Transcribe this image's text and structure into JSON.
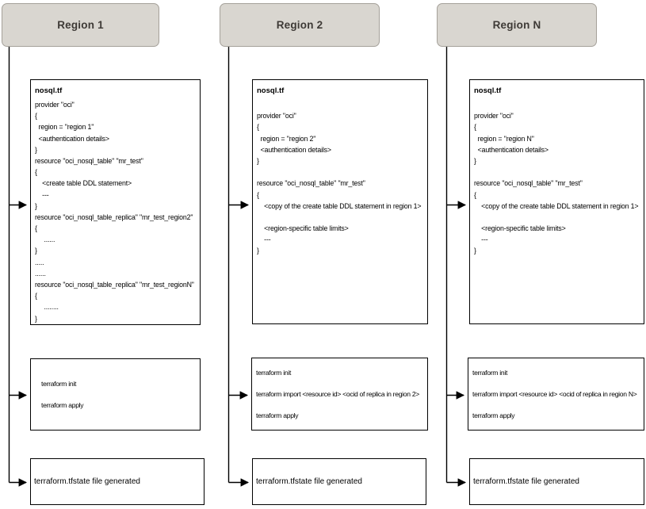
{
  "colors": {
    "header_fill": "#d9d6d0",
    "header_border": "#a5a19a",
    "header_text": "#3e3a36",
    "box_border": "#000000",
    "connector": "#000000"
  },
  "columns": [
    {
      "header": "Region 1",
      "tf_box": {
        "filename": "nosql.tf",
        "lines": [
          "provider \"oci\"",
          "{",
          "  region = \"region 1\"",
          "  <authentication details>",
          "}",
          "resource \"oci_nosql_table\" \"mr_test\"",
          "{",
          "    <create table DDL statement>",
          "    ---",
          "}",
          "resource \"oci_nosql_table_replica\" \"mr_test_region2\"",
          "{",
          "     ......",
          "}",
          ".....",
          "......",
          "resource \"oci_nosql_table_replica\" \"mr_test_regionN\"",
          "{",
          "     ........",
          "}"
        ]
      },
      "cmd_box": {
        "lines": [
          "terraform init",
          "terraform apply"
        ]
      },
      "result_box": {
        "text": "terraform.tfstate file generated"
      }
    },
    {
      "header": "Region 2",
      "tf_box": {
        "filename": "nosql.tf",
        "lines": [
          "",
          "provider \"oci\"",
          "{",
          "  region = \"region 2\"",
          "  <authentication details>",
          "}",
          "",
          "resource \"oci_nosql_table\" \"mr_test\"",
          "{",
          "    <copy of the create table DDL statement in region 1>",
          "",
          "    <region-specific table limits>",
          "    ---",
          "}"
        ]
      },
      "cmd_box": {
        "lines": [
          "terraform init",
          "terraform import <resource id> <ocid of replica in region 2>",
          "terraform apply"
        ]
      },
      "result_box": {
        "text": "terraform.tfstate file generated"
      }
    },
    {
      "header": "Region N",
      "tf_box": {
        "filename": "nosql.tf",
        "lines": [
          "",
          "provider \"oci\"",
          "{",
          "  region = \"region N\"",
          "  <authentication details>",
          "}",
          "",
          "resource \"oci_nosql_table\" \"mr_test\"",
          "{",
          "    <copy of the create table DDL statement in region 1>",
          "",
          "    <region-specific table limits>",
          "    ---",
          "}"
        ]
      },
      "cmd_box": {
        "lines": [
          "terraform init",
          "terraform import <resource id> <ocid of replica in region N>",
          "terraform apply"
        ]
      },
      "result_box": {
        "text": "terraform.tfstate file generated"
      }
    }
  ]
}
